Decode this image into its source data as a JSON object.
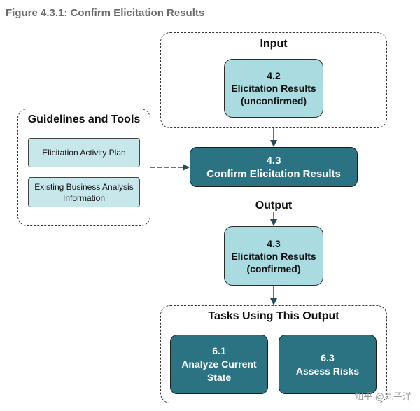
{
  "figure_title": "Figure 4.3.1: Confirm Elicitation Results",
  "input_group": {
    "label": "Input",
    "box": {
      "number": "4.2",
      "line1": "Elicitation Results",
      "line2": "(unconfirmed)"
    }
  },
  "guidelines_group": {
    "label": "Guidelines and Tools",
    "items": [
      {
        "line1": "Elicitation Activity Plan"
      },
      {
        "line1": "Existing Business Analysis",
        "line2": "Information"
      }
    ]
  },
  "task": {
    "number": "4.3",
    "title": "Confirm Elicitation Results"
  },
  "output_label": "Output",
  "output_box": {
    "number": "4.3",
    "line1": "Elicitation Results",
    "line2": "(confirmed)"
  },
  "tasks_group": {
    "label": "Tasks Using This Output",
    "items": [
      {
        "number": "6.1",
        "line1": "Analyze Current",
        "line2": "State"
      },
      {
        "number": "6.3",
        "line1": "Assess Risks"
      }
    ]
  },
  "watermark": "知乎 @丸子洋",
  "colors": {
    "light_box": "#a9dbe1",
    "dark_box": "#2b7383",
    "tool_box": "#c7e7ea",
    "title_gray": "#6b6b6b"
  }
}
